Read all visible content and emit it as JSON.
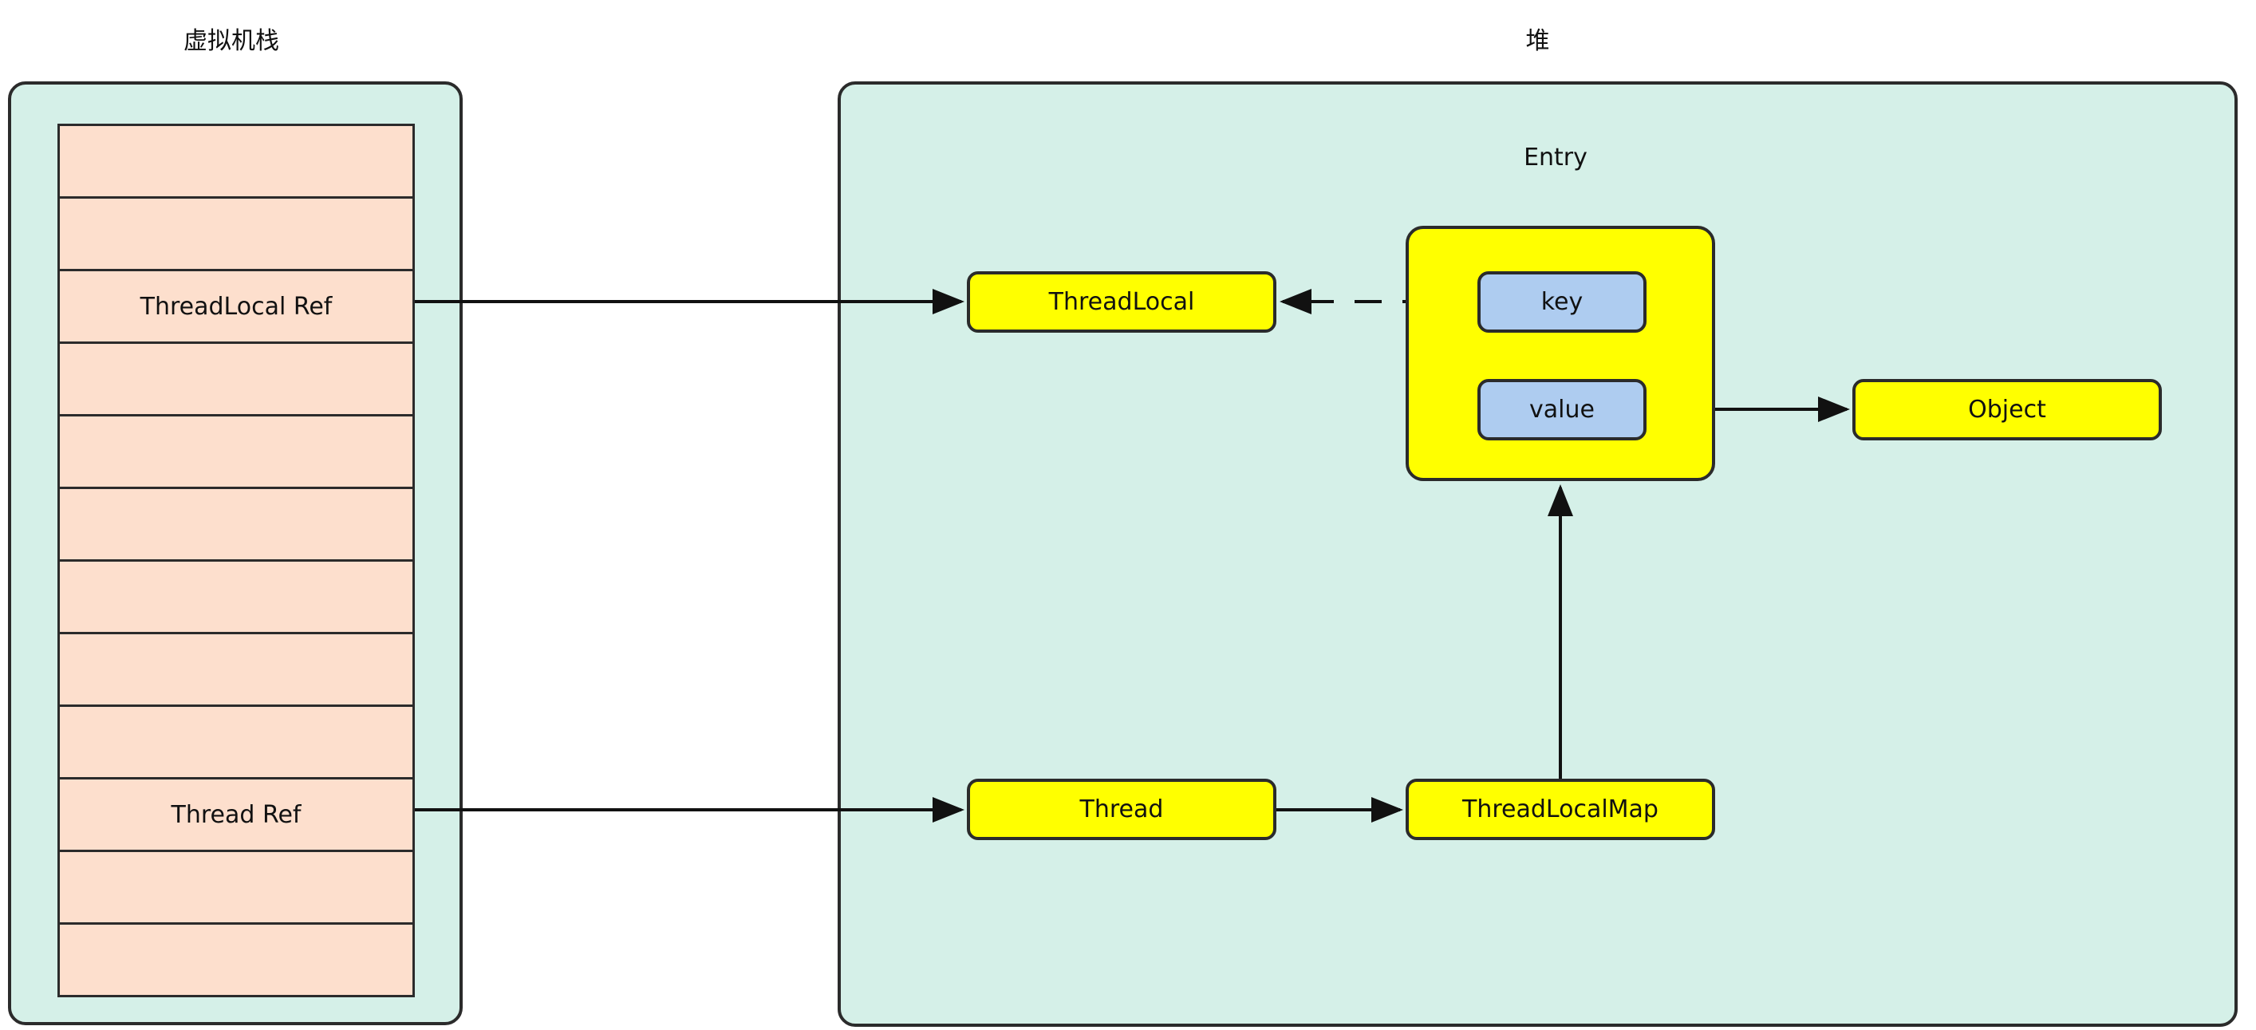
{
  "diagram": {
    "title_left": "虚拟机栈",
    "title_right": "堆"
  },
  "stack": {
    "label": "虚拟机栈",
    "cells": [
      {
        "text": ""
      },
      {
        "text": ""
      },
      {
        "text": "ThreadLocal Ref"
      },
      {
        "text": ""
      },
      {
        "text": ""
      },
      {
        "text": ""
      },
      {
        "text": ""
      },
      {
        "text": ""
      },
      {
        "text": ""
      },
      {
        "text": "Thread Ref"
      },
      {
        "text": ""
      },
      {
        "text": ""
      }
    ]
  },
  "heap": {
    "label": "堆",
    "entry_label": "Entry",
    "nodes": {
      "threadlocal": "ThreadLocal",
      "key": "key",
      "value": "value",
      "thread": "Thread",
      "threadlocalmap": "ThreadLocalMap",
      "object": "Object"
    }
  },
  "edges": [
    {
      "name": "threadlocal-ref-to-threadlocal",
      "from": "ThreadLocal Ref",
      "to": "ThreadLocal",
      "style": "solid"
    },
    {
      "name": "key-to-threadlocal",
      "from": "key",
      "to": "ThreadLocal",
      "style": "dashed"
    },
    {
      "name": "value-to-object",
      "from": "value",
      "to": "Object",
      "style": "solid"
    },
    {
      "name": "thread-ref-to-thread",
      "from": "Thread Ref",
      "to": "Thread",
      "style": "solid"
    },
    {
      "name": "thread-to-threadlocalmap",
      "from": "Thread",
      "to": "ThreadLocalMap",
      "style": "solid"
    },
    {
      "name": "threadlocalmap-to-entry",
      "from": "ThreadLocalMap",
      "to": "Entry",
      "style": "solid"
    }
  ],
  "colors": {
    "container_fill": "#d5f0e8",
    "stack_cell_fill": "#fddfcd",
    "node_yellow": "#ffff00",
    "node_blue": "#aeccf0",
    "stroke": "#2b2b2b"
  }
}
